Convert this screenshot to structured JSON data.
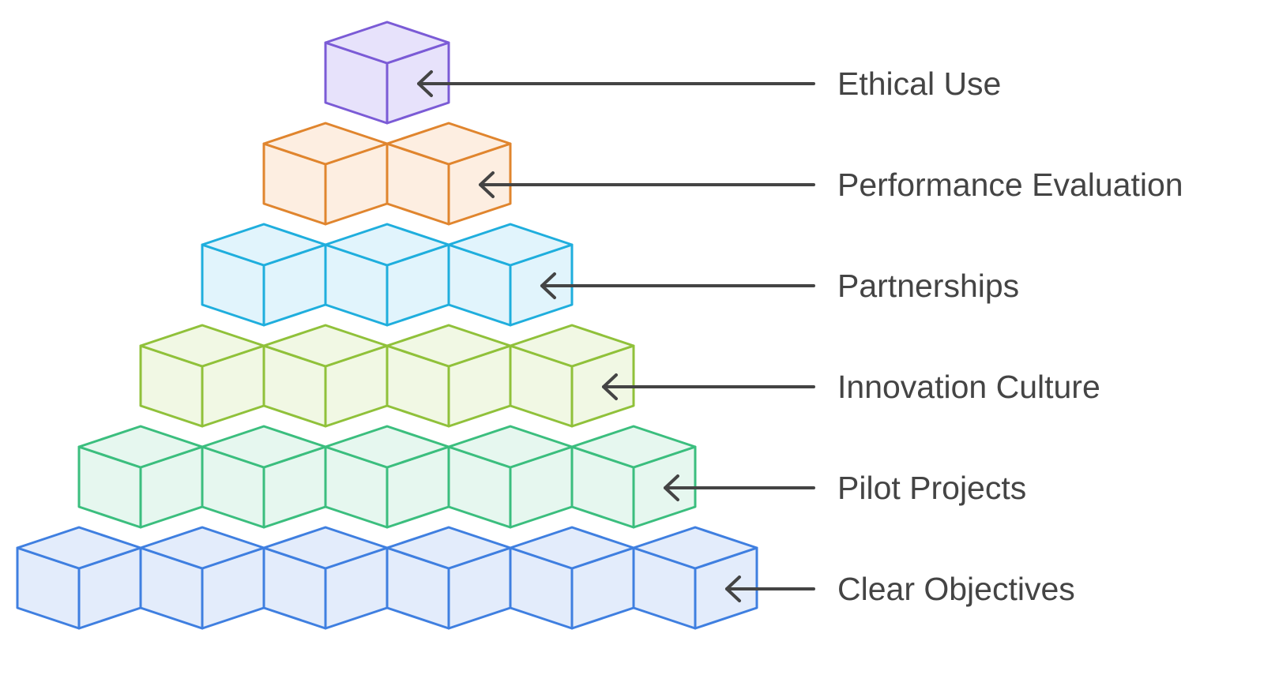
{
  "diagram": {
    "type": "cube-pyramid",
    "levels": [
      {
        "label": "Ethical Use",
        "cubes": 1,
        "stroke": "#7B5BD6",
        "fill": "#E7E2FB"
      },
      {
        "label": "Performance Evaluation",
        "cubes": 2,
        "stroke": "#E0852E",
        "fill": "#FDEEE1"
      },
      {
        "label": "Partnerships",
        "cubes": 3,
        "stroke": "#1FAEDD",
        "fill": "#E1F4FC"
      },
      {
        "label": "Innovation Culture",
        "cubes": 4,
        "stroke": "#90C13A",
        "fill": "#F1F8E4"
      },
      {
        "label": "Pilot Projects",
        "cubes": 5,
        "stroke": "#3BBE7E",
        "fill": "#E6F7EF"
      },
      {
        "label": "Clear Objectives",
        "cubes": 6,
        "stroke": "#3F7FE0",
        "fill": "#E3ECFB"
      }
    ],
    "arrow_color": "#444444",
    "text_color": "#444444"
  }
}
